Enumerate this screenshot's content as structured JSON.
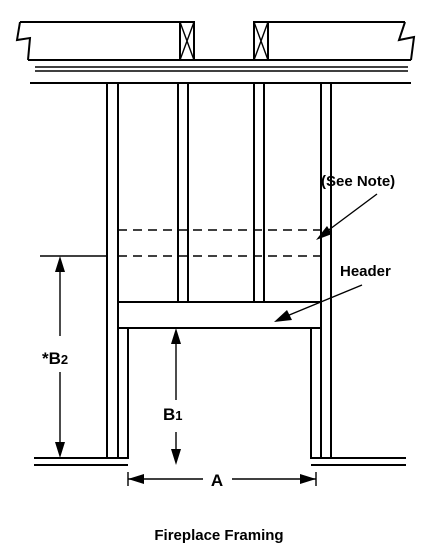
{
  "labels": {
    "see_note": "(See Note)",
    "header": "Header",
    "b2_prefix": "*B",
    "b2_sub": "2",
    "b1_prefix": "B",
    "b1_sub": "1",
    "a": "A"
  },
  "caption": "Fireplace Framing"
}
